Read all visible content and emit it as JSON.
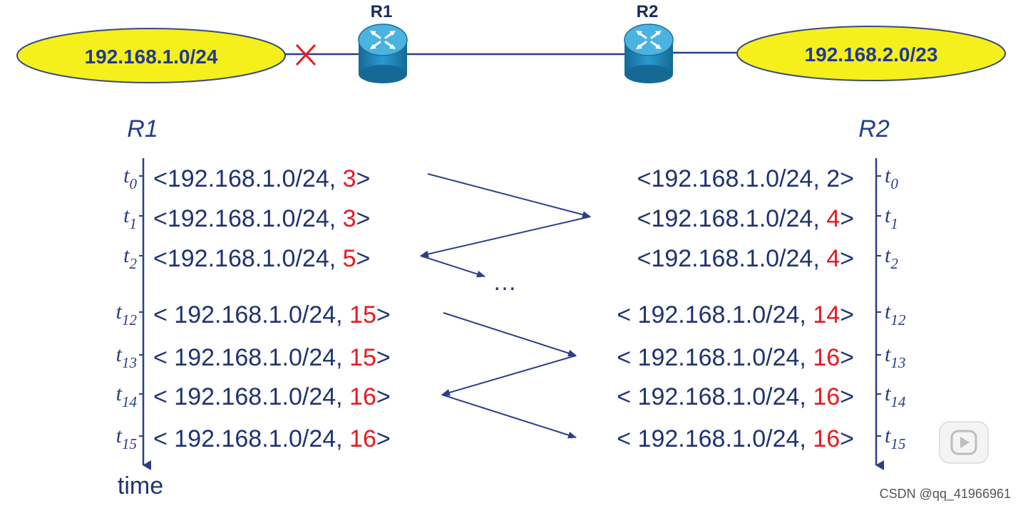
{
  "topology": {
    "left_network": "192.168.1.0/24",
    "right_network": "192.168.2.0/23",
    "router1": "R1",
    "router2": "R2",
    "link_failure_marker": "×"
  },
  "timeline": {
    "left_header": "R1",
    "right_header": "R2",
    "axis_label": "time",
    "ellipsis": "…",
    "rows": [
      {
        "t": "t",
        "sub": "0",
        "left_route": "<192.168.1.0/24, ",
        "left_metric": "3",
        "left_red": true,
        "right_route": "<192.168.1.0/24, ",
        "right_metric": "2",
        "right_red": false
      },
      {
        "t": "t",
        "sub": "1",
        "left_route": "<192.168.1.0/24, ",
        "left_metric": "3",
        "left_red": true,
        "right_route": "<192.168.1.0/24, ",
        "right_metric": "4",
        "right_red": true
      },
      {
        "t": "t",
        "sub": "2",
        "left_route": "<192.168.1.0/24, ",
        "left_metric": "5",
        "left_red": true,
        "right_route": "<192.168.1.0/24, ",
        "right_metric": "4",
        "right_red": true
      },
      {
        "t": "t",
        "sub": "12",
        "left_route": "< 192.168.1.0/24, ",
        "left_metric": "15",
        "left_red": true,
        "right_route": "< 192.168.1.0/24, ",
        "right_metric": "14",
        "right_red": true
      },
      {
        "t": "t",
        "sub": "13",
        "left_route": "< 192.168.1.0/24, ",
        "left_metric": "15",
        "left_red": true,
        "right_route": "< 192.168.1.0/24, ",
        "right_metric": "16",
        "right_red": true
      },
      {
        "t": "t",
        "sub": "14",
        "left_route": "< 192.168.1.0/24, ",
        "left_metric": "16",
        "left_red": true,
        "right_route": "< 192.168.1.0/24, ",
        "right_metric": "16",
        "right_red": true
      },
      {
        "t": "t",
        "sub": "15",
        "left_route": "< 192.168.1.0/24, ",
        "left_metric": "16",
        "left_red": true,
        "right_route": "< 192.168.1.0/24, ",
        "right_metric": "16",
        "right_red": true
      }
    ]
  },
  "colors": {
    "network_fill": "#f5ef1c",
    "network_stroke": "#3a4a7c",
    "link": "#2b3f87",
    "failure_mark": "#e8191f",
    "router_body": "#1f86b8",
    "router_top": "#3fa9d6",
    "axis": "#2b3f87",
    "arrow": "#2b3f87"
  },
  "watermark": "CSDN @qq_41966961",
  "play_icon": "play-icon"
}
